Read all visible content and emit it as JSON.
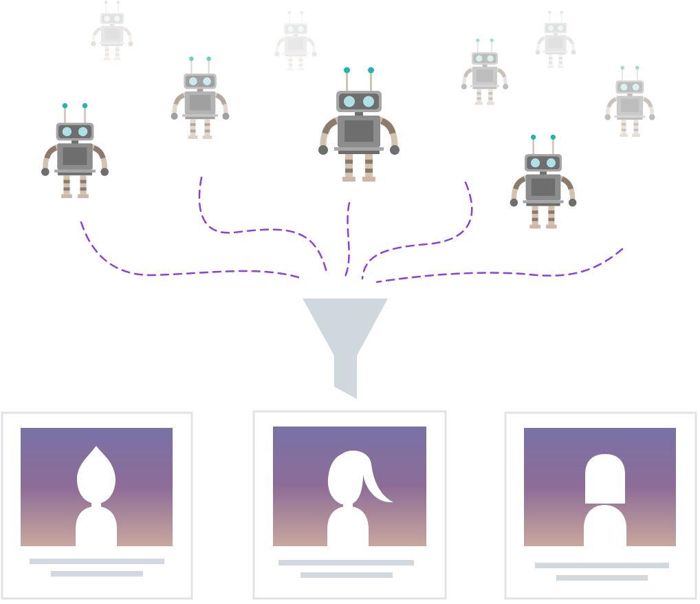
{
  "colors": {
    "robot_body": "#8c8c8c",
    "robot_dark": "#6e6e6e",
    "robot_head": "#a6a6a6",
    "robot_eye": "#aee1e3",
    "robot_antenna_tip": "#1fb5b0",
    "robot_limb_light": "#d4c2b0",
    "robot_limb_dark": "#8c7b6c",
    "robot_feet": "#cbb8a6",
    "dashed_line": "#8c3ee0",
    "funnel": "#cfd8dc",
    "card_border": "#e3e3e3",
    "photo_gradient_top": "#7872a6",
    "photo_gradient_mid": "#8e6c97",
    "photo_gradient_bottom": "#c8a79e",
    "caption_line": "#d1d9de",
    "silhouette": "#ffffff"
  },
  "icons": {
    "robot": "robot-icon",
    "funnel": "funnel-icon",
    "profile_male": "person-silhouette-short-hair-icon",
    "profile_ponytail": "person-silhouette-ponytail-icon",
    "profile_bob": "person-silhouette-bob-hair-icon"
  },
  "robots": [
    {
      "id": "robot-1",
      "opacity": 1.0
    },
    {
      "id": "robot-2",
      "opacity": 0.65
    },
    {
      "id": "robot-3",
      "opacity": 1.0
    },
    {
      "id": "robot-4",
      "opacity": 1.0
    },
    {
      "id": "robot-5",
      "opacity": 0.45
    },
    {
      "id": "robot-6",
      "opacity": 0.45
    },
    {
      "id": "robot-7",
      "opacity": 0.2
    },
    {
      "id": "robot-8",
      "opacity": 0.2
    },
    {
      "id": "robot-9",
      "opacity": 0.15
    }
  ],
  "profiles": [
    {
      "id": "profile-short-hair",
      "hair": "short"
    },
    {
      "id": "profile-ponytail",
      "hair": "ponytail"
    },
    {
      "id": "profile-bob",
      "hair": "bob"
    }
  ]
}
